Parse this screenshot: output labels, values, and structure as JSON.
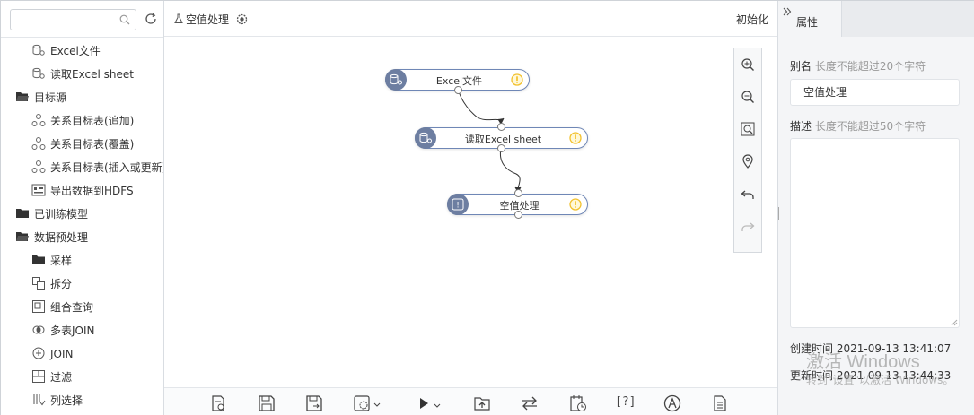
{
  "sidebar": {
    "search": {
      "value": "",
      "placeholder": ""
    },
    "tree": [
      {
        "type": "child",
        "icon": "excel-file-icon",
        "label": "Excel文件"
      },
      {
        "type": "child",
        "icon": "excel-sheet-icon",
        "label": "读取Excel sheet"
      },
      {
        "type": "folder",
        "icon": "folder-open-icon",
        "label": "目标源"
      },
      {
        "type": "child",
        "icon": "relation-icon",
        "label": "关系目标表(追加)"
      },
      {
        "type": "child",
        "icon": "relation-icon",
        "label": "关系目标表(覆盖)"
      },
      {
        "type": "child",
        "icon": "relation-icon",
        "label": "关系目标表(插入或更新)"
      },
      {
        "type": "child",
        "icon": "hdfs-icon",
        "label": "导出数据到HDFS"
      },
      {
        "type": "folder",
        "icon": "folder-icon",
        "label": "已训练模型"
      },
      {
        "type": "folder",
        "icon": "folder-open-icon",
        "label": "数据预处理"
      },
      {
        "type": "child",
        "icon": "folder-icon",
        "label": "采样"
      },
      {
        "type": "child",
        "icon": "split-icon",
        "label": "拆分"
      },
      {
        "type": "child",
        "icon": "combine-icon",
        "label": "组合查询"
      },
      {
        "type": "child",
        "icon": "multi-join-icon",
        "label": "多表JOIN"
      },
      {
        "type": "child",
        "icon": "join-icon",
        "label": "JOIN"
      },
      {
        "type": "child",
        "icon": "filter-icon",
        "label": "过滤"
      },
      {
        "type": "child",
        "icon": "column-select-icon",
        "label": "列选择"
      }
    ]
  },
  "header": {
    "tab_title": "空值处理",
    "init_label": "初始化"
  },
  "canvas": {
    "nodes": [
      {
        "label": "Excel文件",
        "icon": "excel-file-icon",
        "status": "warning"
      },
      {
        "label": "读取Excel sheet",
        "icon": "excel-sheet-icon",
        "status": "warning"
      },
      {
        "label": "空值处理",
        "icon": "null-handling-icon",
        "status": "warning"
      }
    ]
  },
  "zoom_tools": [
    "zoom-in-icon",
    "zoom-out-icon",
    "fit-view-icon",
    "locate-icon",
    "undo-icon",
    "redo-icon"
  ],
  "toolbar": [
    "run-log-icon",
    "save-icon",
    "save-as-icon",
    "settings-dropdown-icon",
    "run-dropdown-icon",
    "import-icon",
    "swap-icon",
    "schedule-icon",
    "help-icon",
    "format-icon",
    "document-icon"
  ],
  "toolbar_text": {
    "help": "[?]"
  },
  "panel": {
    "tab_label": "属性",
    "alias_label": "别名",
    "alias_hint": "长度不能超过20个字符",
    "alias_value": "空值处理",
    "desc_label": "描述",
    "desc_hint": "长度不能超过50个字符",
    "desc_value": "",
    "created_label": "创建时间",
    "created_value": "2021-09-13 13:41:07",
    "updated_label": "更新时间",
    "updated_value": "2021-09-13 13:44:33"
  },
  "watermark": {
    "line1": "激活 Windows",
    "line2": "转到\"设置\"以激活 Windows。"
  },
  "colors": {
    "node_border": "#6f87b6",
    "node_icon_bg": "#6d7ea1",
    "warning": "#f2c12e",
    "panel_bg": "#f4f5f7"
  }
}
